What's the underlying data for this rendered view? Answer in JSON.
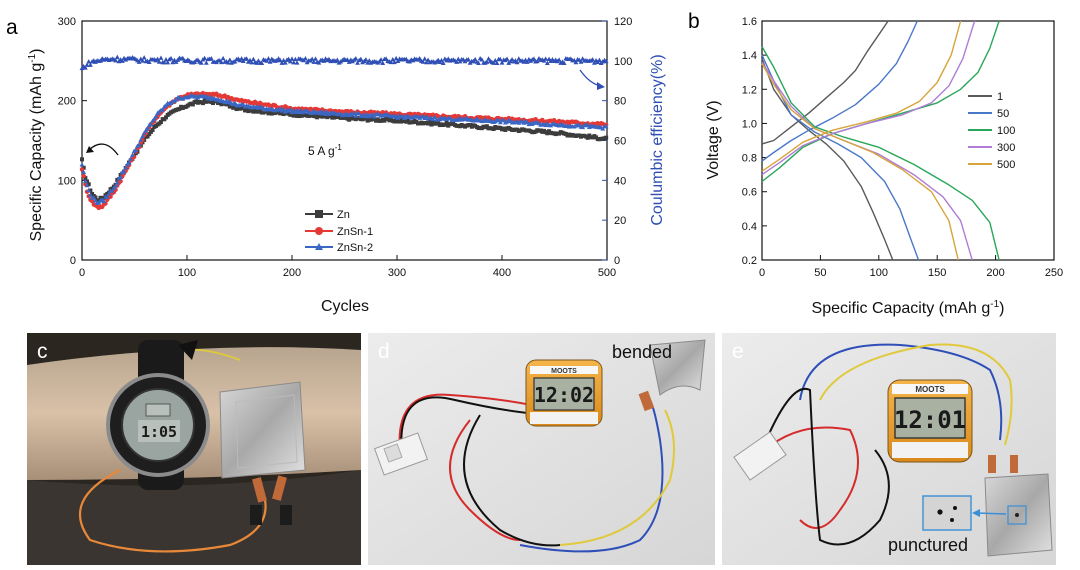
{
  "colors": {
    "zn": "#3c3c3c",
    "znsn1": "#e53935",
    "znsn2": "#3a66c4",
    "ce_axis": "#2f4fb5",
    "v1": "#5a5a5a",
    "v50": "#4a78c8",
    "v100": "#2aa65a",
    "v300": "#b07cd6",
    "v500": "#d6a43a"
  },
  "icons": [
    "arrow-left-icon",
    "arrow-right-icon",
    "watch-icon",
    "pedometer-icon",
    "battery-pouch-icon",
    "connector-plug-icon",
    "alligator-clip-icon"
  ],
  "chart_data": [
    {
      "type": "scatter",
      "panel_label": "a",
      "xlabel": "Cycles",
      "ylabel": "Specific Capacity (mAh g",
      "ylabel_sup": "-1",
      "ylabel_close": ")",
      "y2label": "Coulumbic efficiency(%)",
      "xlim": [
        0,
        500
      ],
      "ylim": [
        0,
        300
      ],
      "y2lim": [
        0,
        120
      ],
      "xticks": [
        "0",
        "100",
        "200",
        "300",
        "400",
        "500"
      ],
      "yticks": [
        "0",
        "100",
        "200",
        "300"
      ],
      "y2ticks": [
        "0",
        "20",
        "40",
        "60",
        "80",
        "100",
        "120"
      ],
      "annotation": "5 A g",
      "annotation_sup": "-1",
      "legend_position": "bottom-center",
      "series": [
        {
          "name": "Zn",
          "axis": "left",
          "x": [
            0,
            3,
            6,
            10,
            15,
            20,
            30,
            40,
            50,
            60,
            70,
            80,
            90,
            100,
            110,
            120,
            130,
            140,
            150,
            175,
            200,
            250,
            300,
            350,
            400,
            450,
            500
          ],
          "y": [
            125,
            105,
            95,
            82,
            75,
            78,
            92,
            112,
            132,
            152,
            168,
            180,
            188,
            194,
            198,
            199,
            198,
            194,
            190,
            186,
            183,
            178,
            175,
            170,
            165,
            160,
            152
          ]
        },
        {
          "name": "ZnSn-1",
          "axis": "left",
          "x": [
            0,
            3,
            6,
            10,
            15,
            20,
            30,
            40,
            50,
            60,
            70,
            80,
            90,
            100,
            110,
            120,
            130,
            140,
            150,
            175,
            200,
            250,
            300,
            350,
            400,
            450,
            500
          ],
          "y": [
            115,
            95,
            82,
            72,
            66,
            68,
            85,
            108,
            132,
            158,
            178,
            192,
            202,
            207,
            208,
            208,
            207,
            204,
            200,
            195,
            190,
            186,
            183,
            180,
            177,
            174,
            170
          ]
        },
        {
          "name": "ZnSn-2",
          "axis": "left",
          "x": [
            0,
            3,
            6,
            10,
            15,
            20,
            30,
            40,
            50,
            60,
            70,
            80,
            90,
            100,
            110,
            120,
            130,
            140,
            150,
            175,
            200,
            250,
            300,
            350,
            400,
            450,
            500
          ],
          "y": [
            120,
            100,
            88,
            78,
            72,
            74,
            90,
            112,
            136,
            160,
            180,
            194,
            202,
            205,
            205,
            204,
            202,
            198,
            194,
            190,
            187,
            183,
            180,
            177,
            174,
            170,
            166
          ]
        },
        {
          "name": "CE",
          "axis": "right",
          "x": [
            0,
            3,
            6,
            10,
            15,
            20,
            30,
            40,
            50,
            100,
            150,
            200,
            250,
            300,
            350,
            400,
            450,
            500
          ],
          "y": [
            96,
            97.5,
            98.5,
            99.5,
            100,
            100.5,
            101,
            100.8,
            100.5,
            100.2,
            100,
            100,
            100,
            100,
            100,
            100,
            100,
            100
          ]
        }
      ]
    },
    {
      "type": "line",
      "panel_label": "b",
      "xlabel": "Specific Capacity (mAh g",
      "xlabel_sup": "-1",
      "xlabel_close": ")",
      "ylabel": "Voltage (V)",
      "xlim": [
        0,
        250
      ],
      "ylim": [
        0.2,
        1.6
      ],
      "xticks": [
        "0",
        "50",
        "100",
        "150",
        "200",
        "250"
      ],
      "yticks": [
        "0.2",
        "0.4",
        "0.6",
        "0.8",
        "1.0",
        "1.2",
        "1.4",
        "1.6"
      ],
      "legend_position": "right",
      "series": [
        {
          "name": "1",
          "charge": {
            "x": [
              0,
              10,
              25,
              40,
              55,
              70,
              80,
              90,
              100,
              108
            ],
            "y": [
              0.88,
              0.9,
              0.98,
              1.06,
              1.15,
              1.24,
              1.31,
              1.42,
              1.52,
              1.6
            ]
          },
          "discharge": {
            "x": [
              0,
              10,
              25,
              40,
              55,
              70,
              85,
              95,
              105,
              112
            ],
            "y": [
              1.38,
              1.2,
              1.05,
              0.96,
              0.88,
              0.78,
              0.63,
              0.48,
              0.32,
              0.2
            ]
          }
        },
        {
          "name": "50",
          "charge": {
            "x": [
              0,
              10,
              25,
              40,
              60,
              80,
              100,
              115,
              125,
              133
            ],
            "y": [
              0.78,
              0.83,
              0.9,
              0.96,
              1.03,
              1.11,
              1.23,
              1.35,
              1.48,
              1.6
            ]
          },
          "discharge": {
            "x": [
              0,
              10,
              25,
              45,
              65,
              85,
              105,
              118,
              127,
              134
            ],
            "y": [
              1.4,
              1.25,
              1.05,
              0.95,
              0.88,
              0.8,
              0.66,
              0.5,
              0.33,
              0.2
            ]
          }
        },
        {
          "name": "100",
          "charge": {
            "x": [
              0,
              15,
              35,
              60,
              90,
              120,
              150,
              170,
              185,
              195,
              203
            ],
            "y": [
              0.66,
              0.74,
              0.86,
              0.94,
              1.0,
              1.06,
              1.12,
              1.2,
              1.3,
              1.44,
              1.6
            ]
          },
          "discharge": {
            "x": [
              0,
              10,
              25,
              45,
              70,
              100,
              130,
              160,
              180,
              195,
              203
            ],
            "y": [
              1.45,
              1.33,
              1.12,
              0.98,
              0.92,
              0.86,
              0.76,
              0.64,
              0.55,
              0.42,
              0.2
            ]
          }
        },
        {
          "name": "300",
          "charge": {
            "x": [
              0,
              15,
              35,
              60,
              90,
              120,
              145,
              160,
              172,
              182
            ],
            "y": [
              0.7,
              0.77,
              0.87,
              0.94,
              1.0,
              1.05,
              1.12,
              1.22,
              1.38,
              1.6
            ]
          },
          "discharge": {
            "x": [
              0,
              10,
              25,
              45,
              70,
              100,
              130,
              155,
              170,
              180
            ],
            "y": [
              1.36,
              1.25,
              1.1,
              0.97,
              0.9,
              0.82,
              0.7,
              0.57,
              0.43,
              0.2
            ]
          }
        },
        {
          "name": "500",
          "charge": {
            "x": [
              0,
              15,
              35,
              60,
              90,
              115,
              135,
              150,
              162,
              170
            ],
            "y": [
              0.72,
              0.79,
              0.89,
              0.96,
              1.01,
              1.06,
              1.13,
              1.24,
              1.4,
              1.6
            ]
          },
          "discharge": {
            "x": [
              0,
              10,
              25,
              45,
              70,
              95,
              120,
              145,
              160,
              168
            ],
            "y": [
              1.35,
              1.23,
              1.08,
              0.97,
              0.9,
              0.83,
              0.73,
              0.6,
              0.43,
              0.2
            ]
          }
        }
      ]
    }
  ],
  "photos": {
    "c": {
      "label": "c",
      "watch_display": "1:05"
    },
    "d": {
      "label": "d",
      "pedometer_brand": "MOOTS",
      "pedometer_display": "12:02",
      "caption": "bended"
    },
    "e": {
      "label": "e",
      "pedometer_brand": "MOOTS",
      "pedometer_display": "12:01",
      "caption": "punctured"
    }
  }
}
